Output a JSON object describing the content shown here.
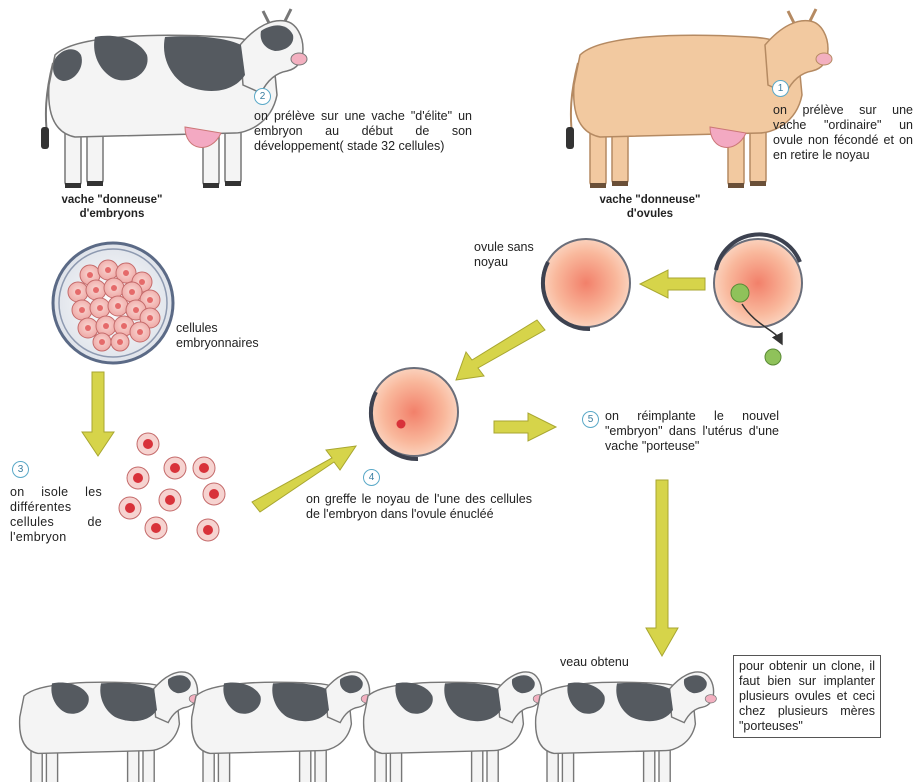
{
  "steps": {
    "s1": {
      "num": "1",
      "text": "on prélève sur une vache \"ordinaire\" un ovule non fécondé et on en retire le noyau"
    },
    "s2": {
      "num": "2",
      "text": "on prélève sur une vache \"d'élite\" un embryon au début de son développement( stade 32 cellules)"
    },
    "s3": {
      "num": "3",
      "text": "on isole les différentes cellules de l'embryon"
    },
    "s4": {
      "num": "4",
      "text": "on greffe le noyau de l'une des cellules de l'embryon dans l'ovule énucléé"
    },
    "s5": {
      "num": "5",
      "text": "on réimplante le nouvel \"embryon\" dans l'utérus d'une vache \"porteuse\""
    }
  },
  "labels": {
    "donor_embryos": "vache \"donneuse\" d'embryons",
    "donor_ovules": "vache \"donneuse\" d'ovules",
    "embryo_cells": "cellules embryonnaires",
    "ovule_no_nucleus": "ovule sans noyau",
    "calf": "veau obtenu"
  },
  "note": "pour obtenir un clone, il faut bien sur implanter plusieurs ovules et ceci chez plusieurs mères \"porteuses\"",
  "colors": {
    "holstein_white": "#f4f4f4",
    "holstein_patch": "#555a60",
    "tan_cow": "#f2c9a0",
    "udder": "#f3a9c2",
    "cell_fill": "#f6c9c3",
    "nucleus": "#d8323a",
    "arrow": "#d6d44a",
    "small_nucleus": "#8fc25a",
    "step_circle": "#5aa9c8"
  }
}
